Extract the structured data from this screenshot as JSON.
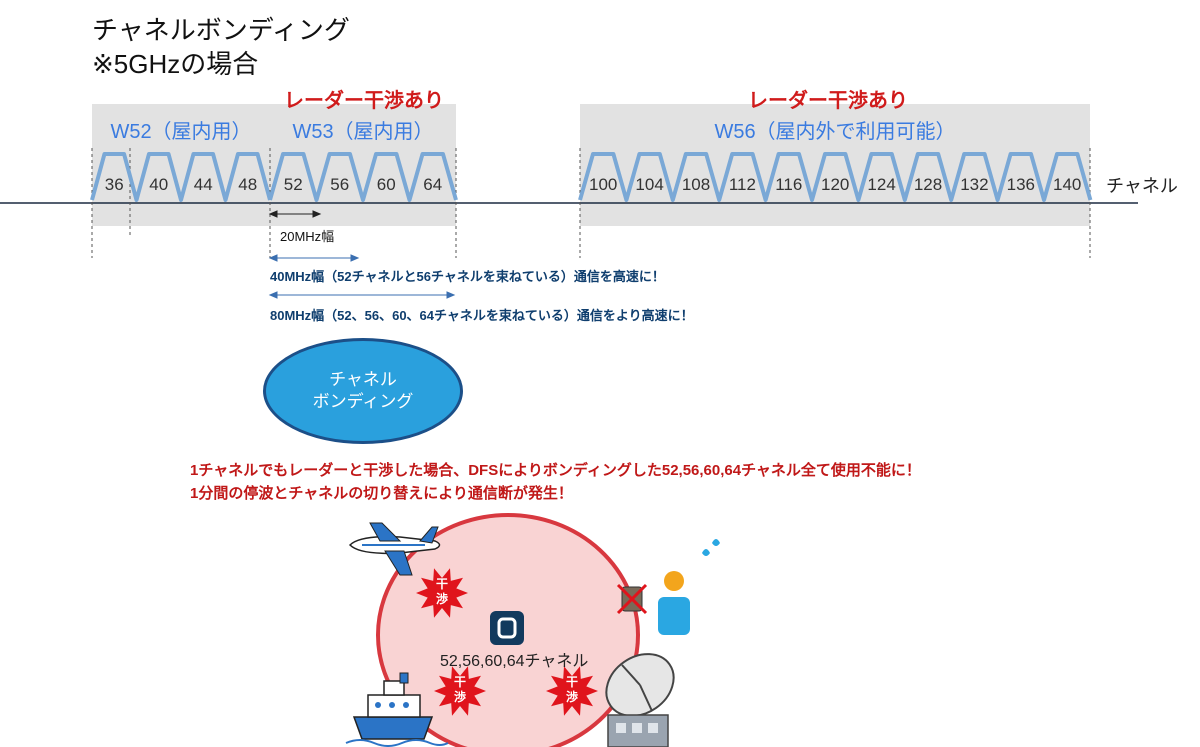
{
  "title": {
    "line1": "チャネルボンディング",
    "line2": "※5GHzの場合"
  },
  "bands": [
    {
      "label": "W52（屋内用）"
    },
    {
      "label": "W53（屋内用）",
      "note": "レーダー干渉あり"
    },
    {
      "label": "W56（屋内外で利用可能）",
      "note": "レーダー干渉あり"
    }
  ],
  "channels": {
    "w52": [
      "36",
      "40",
      "44",
      "48"
    ],
    "w53": [
      "52",
      "56",
      "60",
      "64"
    ],
    "w56": [
      "100",
      "104",
      "108",
      "112",
      "116",
      "120",
      "124",
      "128",
      "132",
      "136",
      "140"
    ]
  },
  "axis_label": "チャネル",
  "width_20": "20MHz幅",
  "bonding_40": "40MHz幅（52チャネルと56チャネルを束ねている）通信を高速に！",
  "bonding_80": "80MHz幅（52、56、60、64チャネルを束ねている）通信をより高速に！",
  "oval": {
    "line1": "チャネル",
    "line2": "ボンディング"
  },
  "warnings": [
    "1チャネルでもレーダーと干渉した場合、DFSによりボンディングした52,56,60,64チャネル全て使用不能に！",
    "1分間の停波とチャネルの切り替えにより通信断が発生！"
  ],
  "zone_label": "52,56,60,64チャネル",
  "interference_label": "干渉",
  "colors": {
    "band_bg": "#e2e2e2",
    "wave": "#7aa8d6",
    "radar_text": "#d01b1b",
    "oval": "#2aa0dd",
    "zone": "#f9d3d3",
    "zone_border": "#d8383f",
    "burst": "#e0141c"
  },
  "icons": [
    "airplane-icon",
    "ship-icon",
    "radar-dish-icon",
    "access-point-icon",
    "person-icon",
    "blocked-device-icon",
    "interference-burst-icon"
  ]
}
